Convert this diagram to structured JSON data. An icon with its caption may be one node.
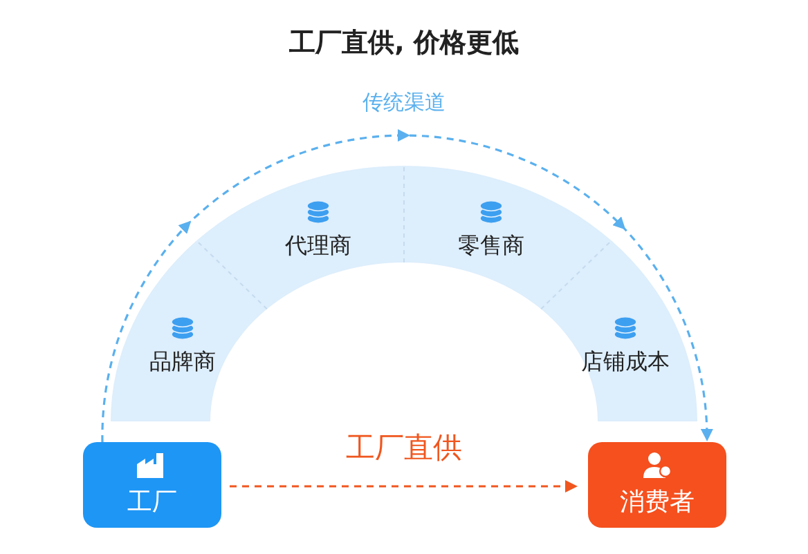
{
  "diagram": {
    "title": "工厂直供, 价格更低",
    "nodes": [
      {
        "text": [
          "工厂"
        ]
      },
      {
        "text": [
          "品牌商",
          "代理商",
          "零售商",
          "店铺成本"
        ]
      },
      {
        "text": [
          "消费者"
        ]
      }
    ],
    "edges": [
      {
        "from": 0,
        "to": 2,
        "arrow": "to",
        "label": "传统渠道",
        "style": "dashed",
        "color": "#5ab0ee"
      },
      {
        "from": 0,
        "to": 2,
        "arrow": "to",
        "label": "工厂直供",
        "style": "dashed",
        "color": "#f0561e"
      }
    ]
  }
}
